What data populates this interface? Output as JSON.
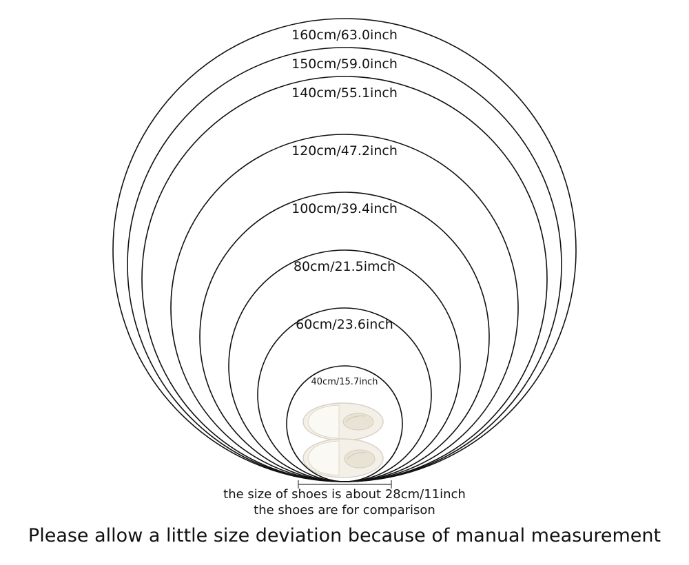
{
  "rings": [
    {
      "label": "160cm/63.0inch",
      "diameter_cm": 160
    },
    {
      "label": "150cm/59.0inch",
      "diameter_cm": 150
    },
    {
      "label": "140cm/55.1inch",
      "diameter_cm": 140
    },
    {
      "label": "120cm/47.2inch",
      "diameter_cm": 120
    },
    {
      "label": "100cm/39.4inch",
      "diameter_cm": 100
    },
    {
      "label": "80cm/21.5imch",
      "diameter_cm": 80
    },
    {
      "label": "60cm/23.6inch",
      "diameter_cm": 60
    },
    {
      "label": "40cm/15.7inch",
      "diameter_cm": 40
    }
  ],
  "shoes": {
    "size_cm": 28,
    "icon": "slippers-icon",
    "color": "#f3efe6"
  },
  "captions": {
    "shoe_size": "the size of shoes is about 28cm/11inch",
    "comparison": "the shoes are for comparison",
    "note": "Please allow a little size deviation because of manual measurement"
  }
}
